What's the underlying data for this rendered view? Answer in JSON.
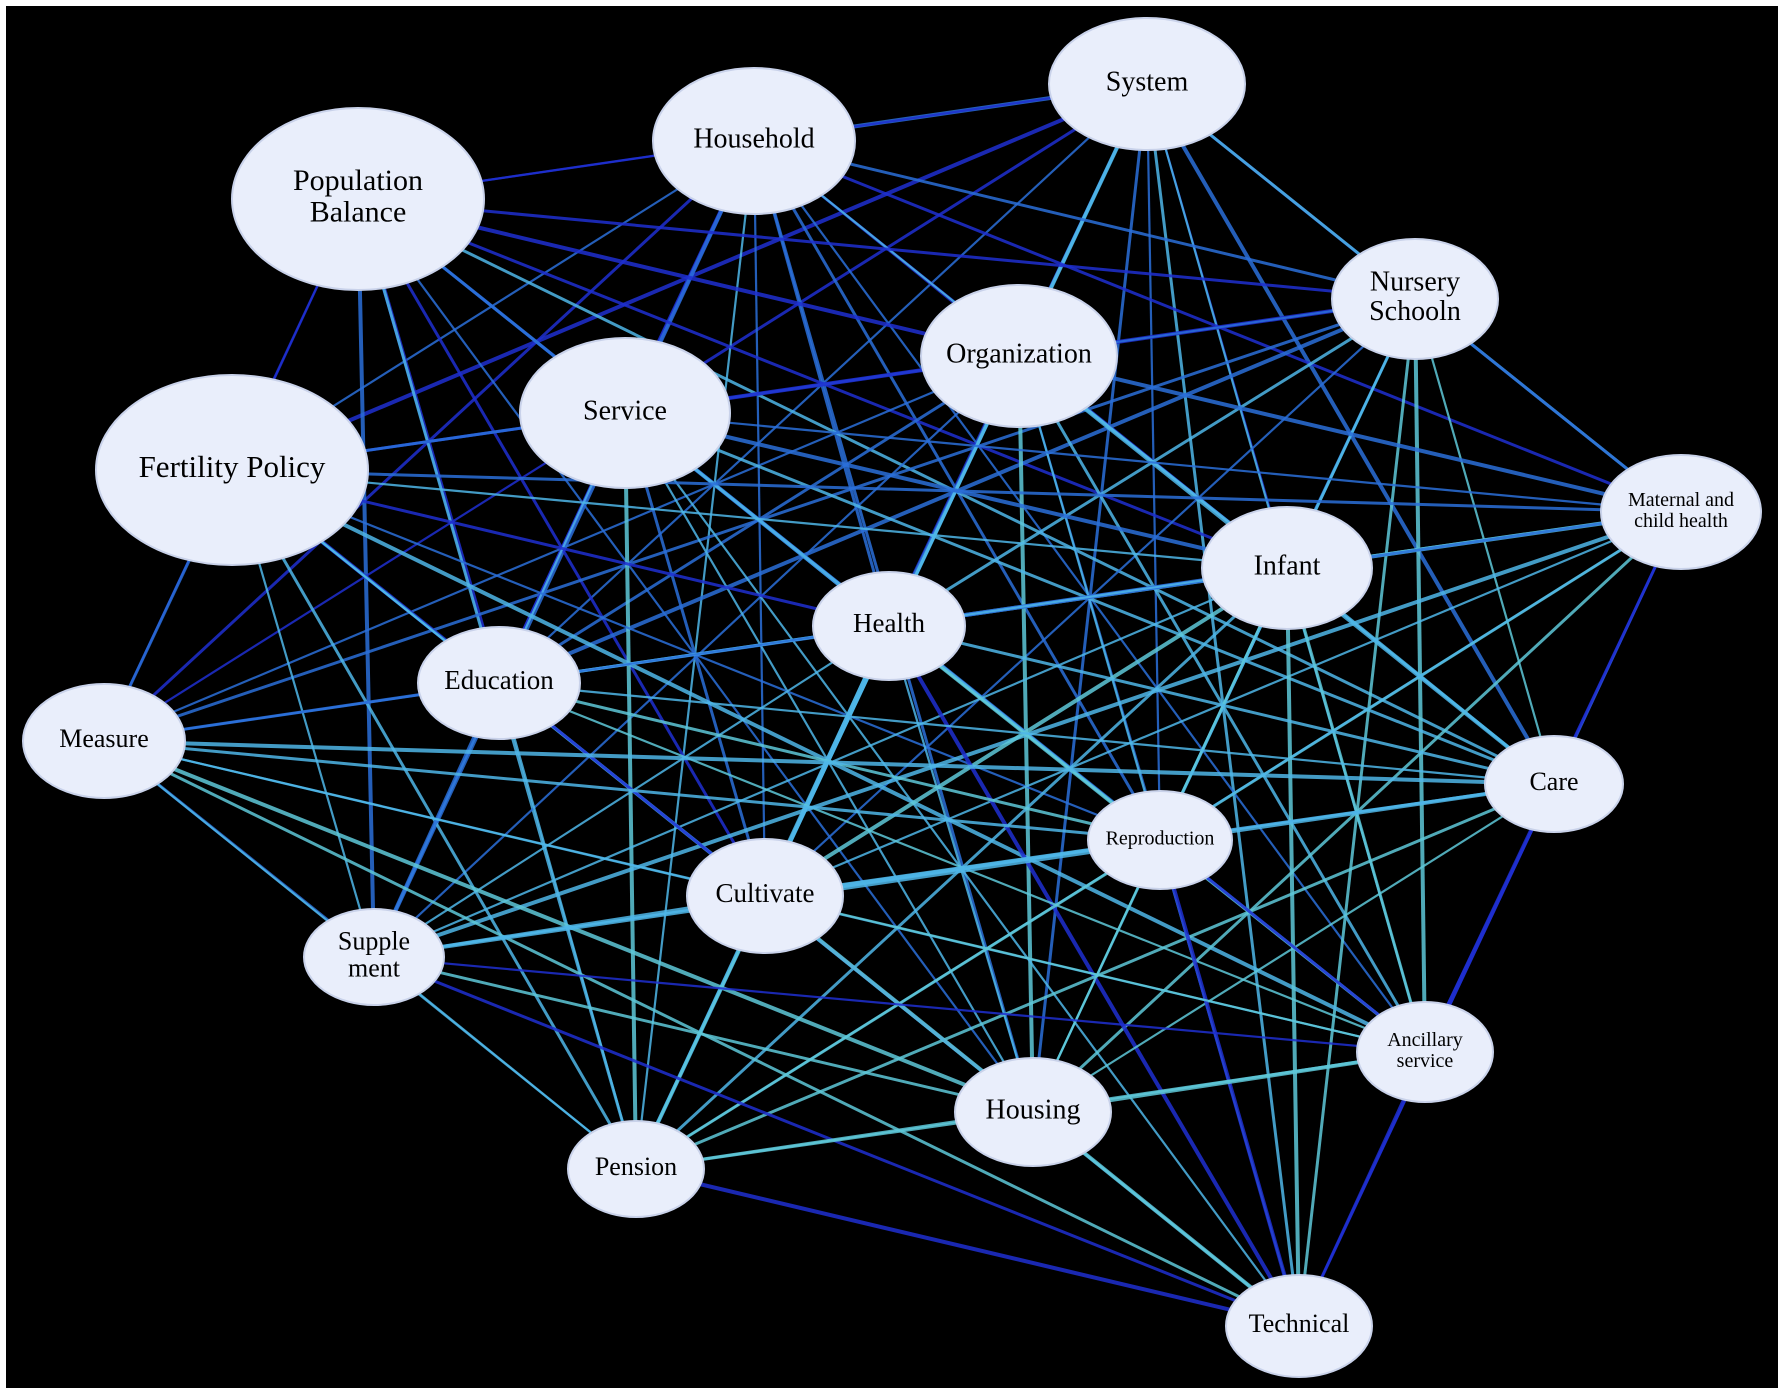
{
  "nodes": [
    {
      "id": "system",
      "lines": [
        "System"
      ]
    },
    {
      "id": "household",
      "lines": [
        "Household"
      ]
    },
    {
      "id": "population-balance",
      "lines": [
        "Population",
        "Balance"
      ]
    },
    {
      "id": "nursery-school",
      "lines": [
        "Nursery",
        "Schooln"
      ]
    },
    {
      "id": "organization",
      "lines": [
        "Organization"
      ]
    },
    {
      "id": "service",
      "lines": [
        "Service"
      ]
    },
    {
      "id": "fertility-policy",
      "lines": [
        "Fertility Policy"
      ]
    },
    {
      "id": "maternal-child-health",
      "lines": [
        "Maternal and",
        "child health"
      ]
    },
    {
      "id": "infant",
      "lines": [
        "Infant"
      ]
    },
    {
      "id": "health",
      "lines": [
        "Health"
      ]
    },
    {
      "id": "education",
      "lines": [
        "Education"
      ]
    },
    {
      "id": "measure",
      "lines": [
        "Measure"
      ]
    },
    {
      "id": "care",
      "lines": [
        "Care"
      ]
    },
    {
      "id": "reproduction",
      "lines": [
        "Reproduction"
      ]
    },
    {
      "id": "cultivate",
      "lines": [
        "Cultivate"
      ]
    },
    {
      "id": "supplement",
      "lines": [
        "Supple",
        "ment"
      ]
    },
    {
      "id": "ancillary-service",
      "lines": [
        "Ancillary",
        "service"
      ]
    },
    {
      "id": "housing",
      "lines": [
        "Housing"
      ]
    },
    {
      "id": "pension",
      "lines": [
        "Pension"
      ]
    },
    {
      "id": "technical",
      "lines": [
        "Technical"
      ]
    }
  ],
  "colors": {
    "background": "#000000",
    "node_fill": "#e9eefb",
    "edge_dark": "#1f2fd0",
    "edge_mid": "#2a6fd8",
    "edge_light": "#4fb6e8",
    "edge_teal": "#5ec8d8"
  }
}
